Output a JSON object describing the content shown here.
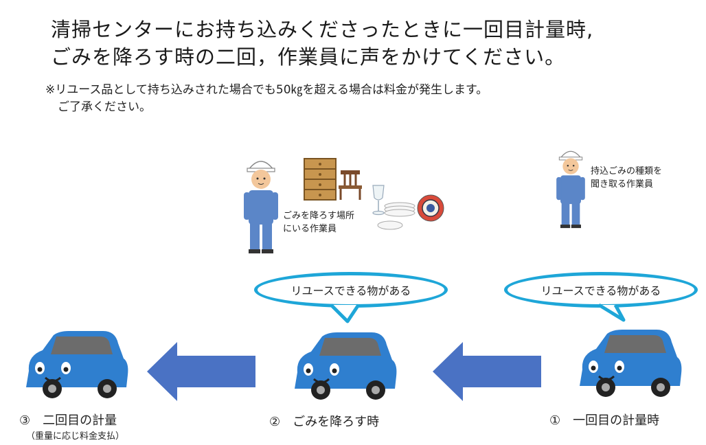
{
  "heading": {
    "line1": "清掃センターにお持ち込みくださったときに一回目計量時,",
    "line2": "ごみを降ろす時の二回，作業員に声をかけてください。"
  },
  "notice": {
    "line1": "※リユース品として持ち込みされた場合でも50㎏を超える場合は料金が発生します。",
    "line2": "ご了承ください。"
  },
  "workers": {
    "unloading_label_1": "ごみを降ろす場所",
    "unloading_label_2": "にいる作業員",
    "intake_label_1": "持込ごみの種類を",
    "intake_label_2": "聞き取る作業員"
  },
  "bubbles": {
    "middle": "リユースできる物がある",
    "right": "リユースできる物がある"
  },
  "steps": {
    "step3": "③　二回目の計量",
    "step3_sub": "（重量に応じ料金支払）",
    "step2": "②　ごみを降ろす時",
    "step1": "①　一回目の計量時"
  },
  "colors": {
    "car": "#2f7fcf",
    "arrow": "#4a72c4",
    "bubble_border": "#1ea6d8",
    "worker_uniform": "#5b86c8"
  },
  "icons": [
    "worker-icon",
    "furniture-icon",
    "chair-icon",
    "glass-icon",
    "plates-icon",
    "decorative-plate-icon",
    "car-icon",
    "left-arrow-icon"
  ]
}
